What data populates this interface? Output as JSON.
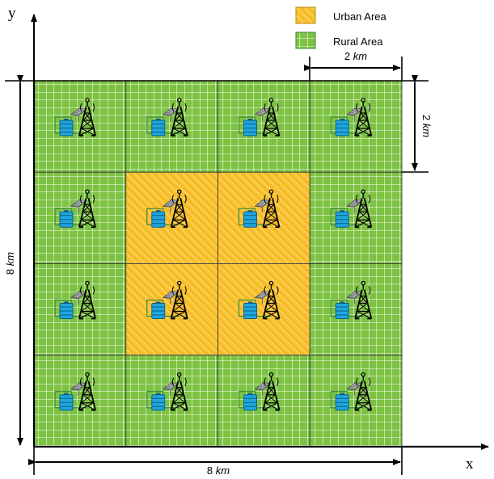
{
  "axes": {
    "x_label": "x",
    "y_label": "y"
  },
  "legend": {
    "urban": {
      "label": "Urban Area"
    },
    "rural": {
      "label": "Rural Area"
    }
  },
  "dimensions": {
    "cell_width": {
      "value": "2",
      "unit": "km"
    },
    "cell_height": {
      "value": "2",
      "unit": "km"
    },
    "total_width": {
      "value": "8",
      "unit": "km"
    },
    "total_height": {
      "value": "8",
      "unit": "km"
    }
  },
  "grid": {
    "rows": 4,
    "cols": 4,
    "cell_types": [
      [
        "rural",
        "rural",
        "rural",
        "rural"
      ],
      [
        "rural",
        "urban",
        "urban",
        "rural"
      ],
      [
        "rural",
        "urban",
        "urban",
        "rural"
      ],
      [
        "rural",
        "rural",
        "rural",
        "rural"
      ]
    ]
  },
  "cell_icons": [
    "solar-panel-icon",
    "battery-icon",
    "cell-tower-icon"
  ],
  "colors": {
    "rural_fill": "#7dc242",
    "rural_grid": "#ffffff",
    "urban_fill": "#f7bd26",
    "urban_hatch": "#fbe08a",
    "cell_border": "#3a3a3a",
    "battery": "#1fa6df",
    "frame_line": "#3b8b3b",
    "arrow": "#000000"
  }
}
